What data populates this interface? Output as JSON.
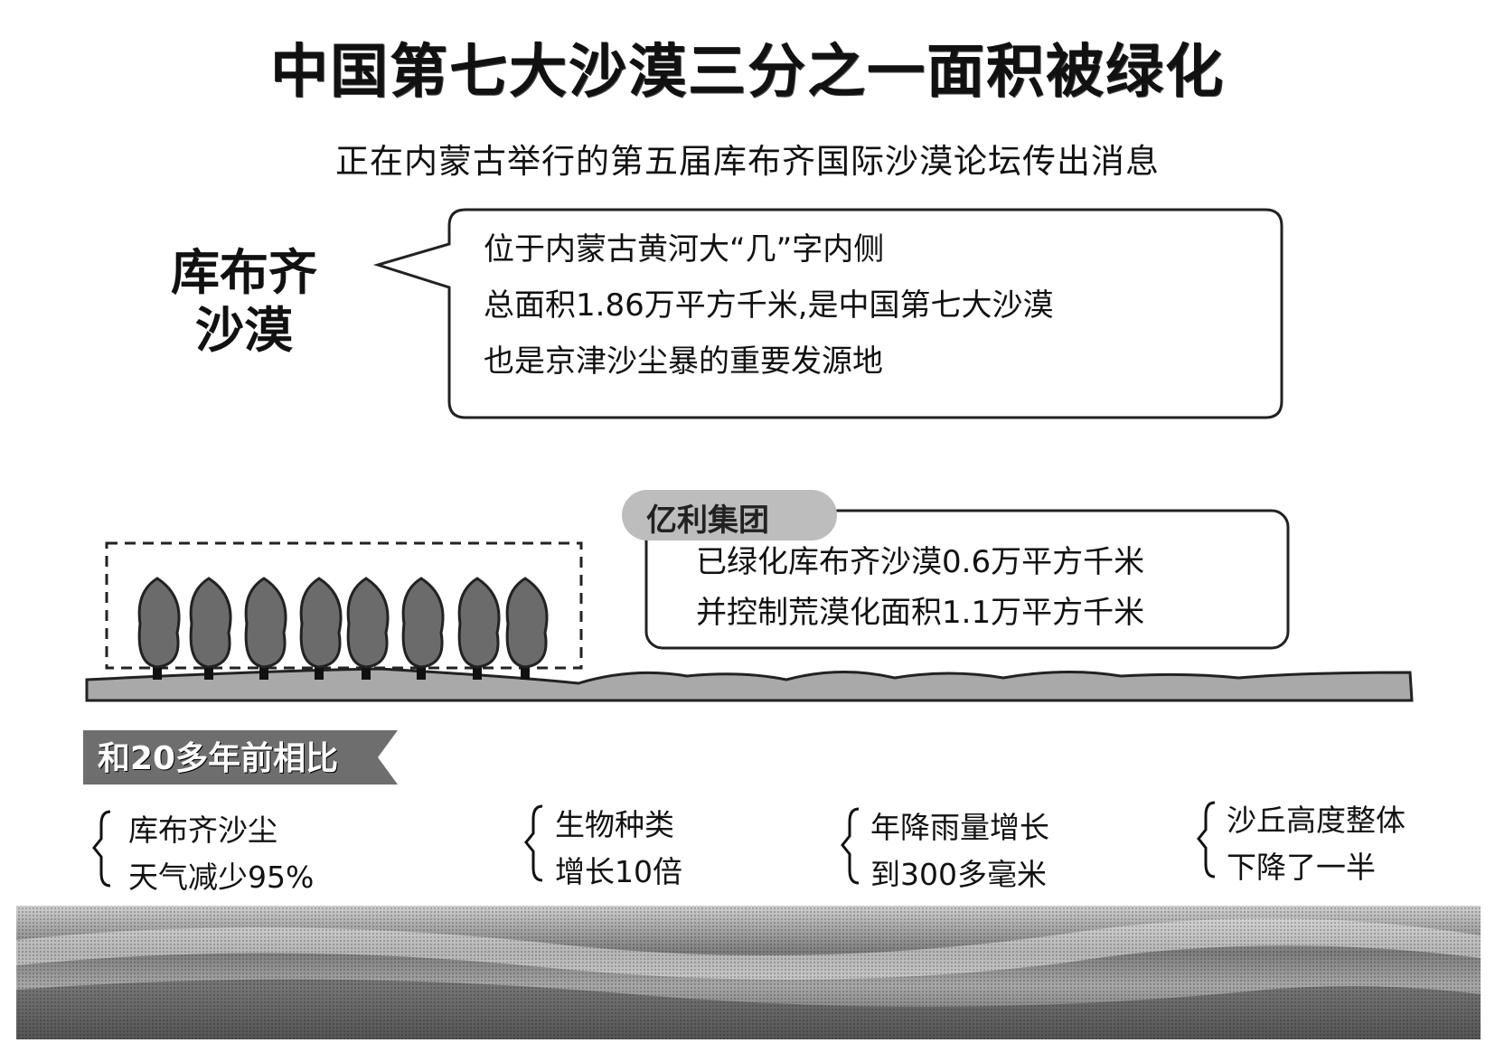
{
  "title": "中国第七大沙漠三分之一面积被绿化",
  "subtitle": "正在内蒙古举行的第五届库布齐国际沙漠论坛传出消息",
  "desert": {
    "name_line1": "库布齐",
    "name_line2": "沙漠",
    "facts": [
      "位于内蒙古黄河大“几”字内侧",
      "总面积1.86万平方千米,是中国第七大沙漠",
      "也是京津沙尘暴的重要发源地"
    ]
  },
  "company": {
    "name": "亿利集团",
    "facts": [
      "已绿化库布齐沙漠0.6万平方千米",
      "并控制荒漠化面积1.1万平方千米"
    ]
  },
  "comparison": {
    "label": "和20多年前相比",
    "items": [
      {
        "line1": "库布齐沙尘",
        "line2": "天气减少95%"
      },
      {
        "line1": "生物种类",
        "line2": "增长10倍"
      },
      {
        "line1": "年降雨量增长",
        "line2": "到300多毫米"
      },
      {
        "line1": "沙丘高度整体",
        "line2": "下降了一半"
      }
    ]
  },
  "colors": {
    "tree": "#6b6b6b",
    "ground": "#a9a9a9",
    "tag_company": "#bdbdbd",
    "tag_compare": "#6e6e6e"
  },
  "icons": [
    "tree-icon",
    "brace-icon",
    "desert-photo"
  ]
}
